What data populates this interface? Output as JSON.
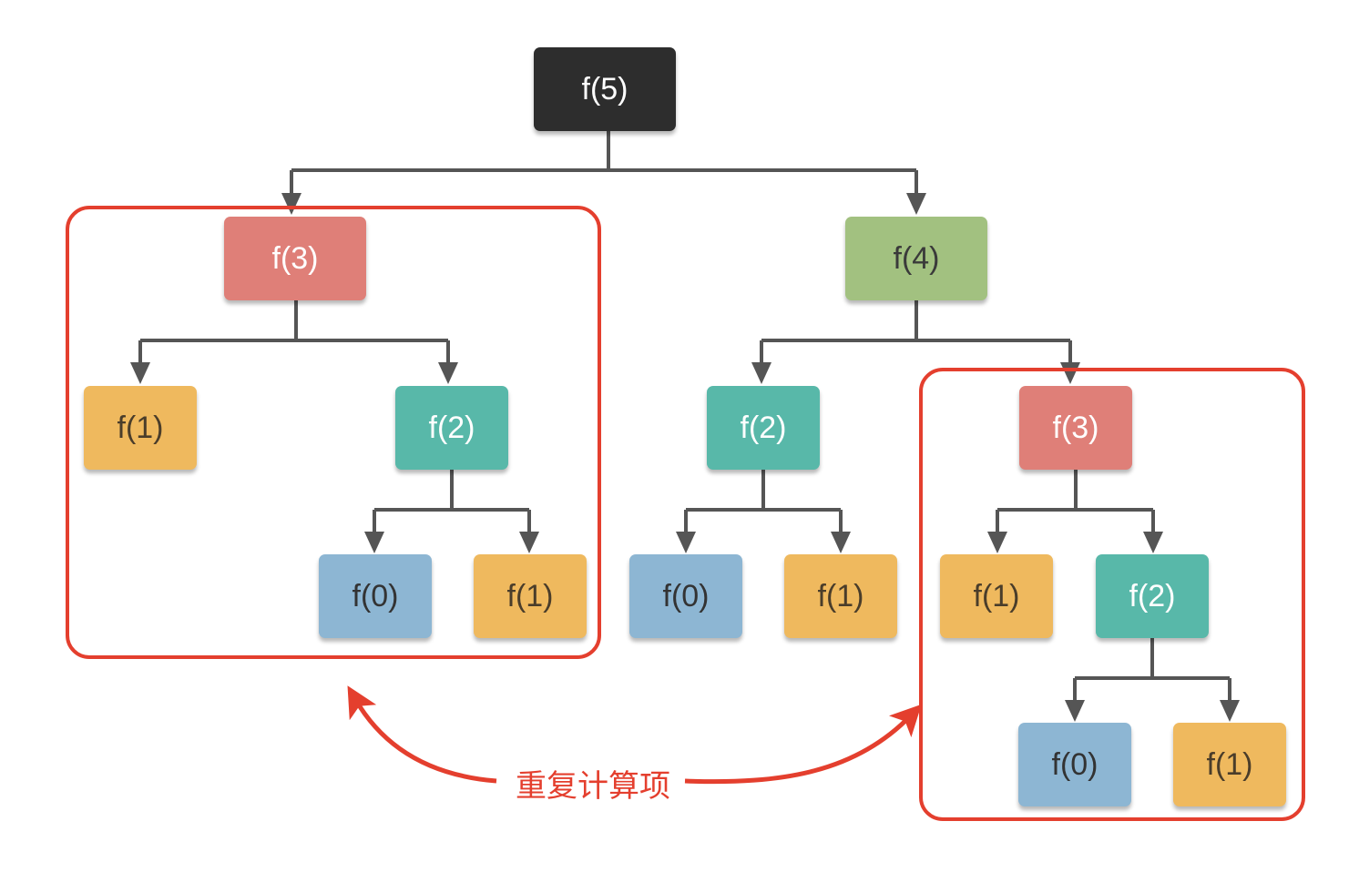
{
  "colors": {
    "edge": "#555555",
    "highlight": "#e43f2e",
    "root": "#2d2d2d",
    "f3": "#df7f78",
    "f4": "#a2c180",
    "f2": "#58b8a9",
    "f0": "#8db6d3",
    "f1": "#efb95e"
  },
  "nodes": {
    "root": "f(5)",
    "l_f3": "f(3)",
    "l_f1": "f(1)",
    "l_f2": "f(2)",
    "l_f0": "f(0)",
    "l_f1b": "f(1)",
    "r_f4": "f(4)",
    "r_f2": "f(2)",
    "r_f0": "f(0)",
    "r_f1": "f(1)",
    "r_f3": "f(3)",
    "r_f1c": "f(1)",
    "r_f2b": "f(2)",
    "r_f0b": "f(0)",
    "r_f1d": "f(1)"
  },
  "annotation": {
    "label": "重复计算项"
  }
}
